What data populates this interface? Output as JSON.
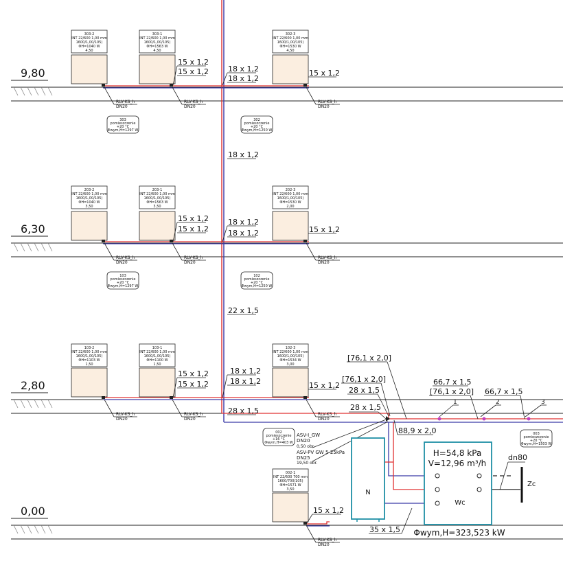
{
  "levels": [
    "9,80",
    "6,30",
    "2,80",
    "0,00"
  ],
  "radiators": {
    "l3": [
      {
        "tag": "303-2",
        "type": "INT 22/600 1,00 mm",
        "dims": "1600/1,00/105)",
        "power": "ΦH=1040 W",
        "setting": "4,50"
      },
      {
        "tag": "303-1",
        "type": "INT 22/600 1,00 mm",
        "dims": "1600/1,00/105)",
        "power": "ΦH=1563 W",
        "setting": "4,50"
      },
      {
        "tag": "302-3",
        "type": "INT 22/600 1,00 mm",
        "dims": "1600/1,00/105)",
        "power": "ΦH=1530 W",
        "setting": "4,50"
      }
    ],
    "l2": [
      {
        "tag": "203-2",
        "type": "INT 22/600 1,00 mm",
        "dims": "1600/1,00/105)",
        "power": "ΦH=1040 W",
        "setting": "3,50"
      },
      {
        "tag": "203-1",
        "type": "INT 22/600 1,00 mm",
        "dims": "1600/1,00/105)",
        "power": "ΦH=1563 W",
        "setting": "3,50"
      },
      {
        "tag": "202-3",
        "type": "INT 22/600 1,00 mm",
        "dims": "1600/1,00/105)",
        "power": "ΦH=1530 W",
        "setting": "2,00"
      }
    ],
    "l1": [
      {
        "tag": "103-2",
        "type": "INT 22/600 1,00 mm",
        "dims": "1600/1,00/105)",
        "power": "ΦH=1103 W",
        "setting": "1,50"
      },
      {
        "tag": "103-1",
        "type": "INT 22/600 1,00 mm",
        "dims": "1600/1,00/105)",
        "power": "ΦH=1100 W",
        "setting": "1,50"
      },
      {
        "tag": "102-3",
        "type": "INT 22/600 1,00 mm",
        "dims": "1600/1,00/105)",
        "power": "ΦH=1534 W",
        "setting": "3,00"
      }
    ],
    "l0": [
      {
        "tag": "002-1",
        "type": "INT 22/600 700 mm",
        "dims": "1600/700/105)",
        "power": "ΦH=1571 W",
        "setting": "3,50"
      }
    ]
  },
  "valve_label": "RLV-KS_h",
  "valve_size": "DN20",
  "rooms": [
    {
      "id": "l3a",
      "line1": "303",
      "line2": "pomieszczenie",
      "line3": "+20 °C",
      "line4": "Φwym,H=1297 W"
    },
    {
      "id": "l3b",
      "line1": "302",
      "line2": "pomieszczenie",
      "line3": "+20 °C",
      "line4": "Φwym,H=1250 W"
    },
    {
      "id": "l2a",
      "line1": "103",
      "line2": "pomieszczenie",
      "line3": "+20 °C",
      "line4": "Φwym,H=1297 W"
    },
    {
      "id": "l2b",
      "line1": "102",
      "line2": "pomieszczenie",
      "line3": "+20 °C",
      "line4": "Φwym,H=1250 W"
    },
    {
      "id": "l0a",
      "line1": "002",
      "line2": "pomieszczenie",
      "line3": "+16 °C",
      "line4": "Φwym,H=403 W"
    },
    {
      "id": "l0b",
      "line1": "003",
      "line2": "pomieszczenie",
      "line3": "+20 °C",
      "line4": "Φwym,H=1503 W"
    }
  ],
  "pipes": {
    "p15": "15 x 1,2",
    "p18": "18 x 1,2",
    "p22": "22 x 1,5",
    "p28": "28 x 1,5",
    "p761": "[76,1 x 2,0]",
    "p667": "66,7 x 1,5",
    "p889": "88,9 x 2,0",
    "p35": "35 x 1,5"
  },
  "asv": {
    "l1": "ASV-I_GW",
    "l2": "DN20",
    "l3": "0,50 obr.",
    "l4": "ASV-PV GW 5-25kPa",
    "l5": "DN25",
    "l6": "19,50 obr."
  },
  "tank_label": "N",
  "exchanger": {
    "head": "H=54,8 kPa",
    "flow": "V=12,96 m³/h",
    "label": "Wc",
    "power": "Φwym,H=323,523 kW"
  },
  "dn_label": "dn80",
  "zc_label": "Zc",
  "branch_numbers": [
    "1",
    "2",
    "3"
  ]
}
